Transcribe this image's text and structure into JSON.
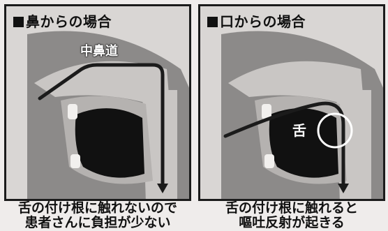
{
  "left_panel": {
    "title": "鼻からの場合",
    "label": "中鼻道",
    "caption_line1": "舌の付け根に触れないので",
    "caption_line2": "患者さんに負担が少ない"
  },
  "right_panel": {
    "title": "口からの場合",
    "label": "舌",
    "caption_line1": "舌の付け根に触れると",
    "caption_line2": "嘔吐反射が起きる"
  },
  "colors": {
    "panel_bg": "#d9d6d4",
    "head_fill": "#8c8a89",
    "tissue_fill": "#c9c6c4",
    "cavity_fill": "#111111",
    "tube": "#1b1b1b"
  }
}
